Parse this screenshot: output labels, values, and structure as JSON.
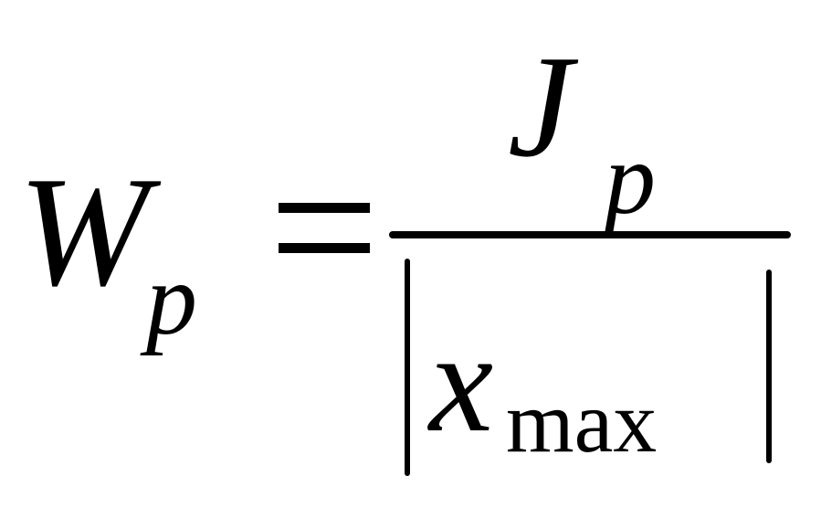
{
  "formula": {
    "lhs": {
      "symbol": "W",
      "subscript": "p"
    },
    "equals": "=",
    "numerator": {
      "symbol": "J",
      "subscript": "p"
    },
    "denominator": {
      "symbol": "x",
      "subscript": "max"
    }
  }
}
